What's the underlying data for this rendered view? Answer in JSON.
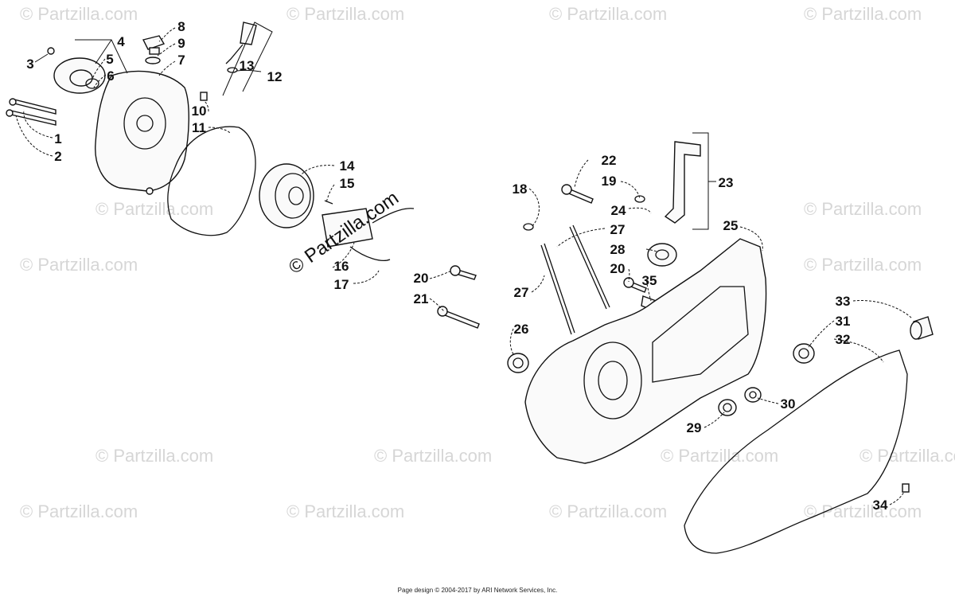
{
  "diagram": {
    "callouts": [
      "1",
      "2",
      "3",
      "4",
      "5",
      "6",
      "7",
      "8",
      "9",
      "10",
      "11",
      "12",
      "13",
      "14",
      "15",
      "16",
      "17",
      "18",
      "19",
      "20",
      "20",
      "21",
      "22",
      "23",
      "24",
      "25",
      "26",
      "27",
      "27",
      "28",
      "29",
      "30",
      "31",
      "32",
      "33",
      "34",
      "35"
    ],
    "watermark": "© Partzilla.com"
  },
  "footer": {
    "text": "Page design © 2004-2017 by ARI Network Services, Inc."
  }
}
